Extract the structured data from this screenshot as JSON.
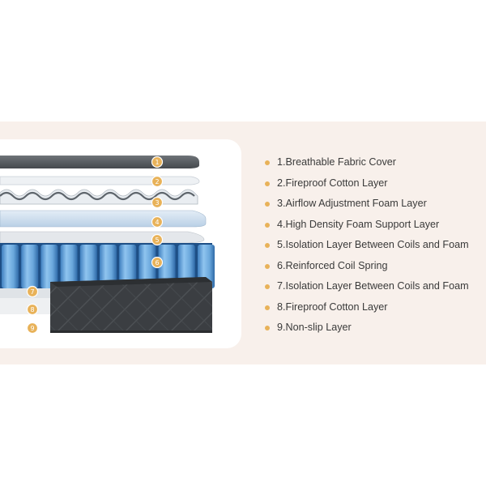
{
  "accent_color": "#e8b259",
  "background_band_color": "#f8f0eb",
  "layers": [
    {
      "number": "1",
      "label": "1.Breathable Fabric Cover"
    },
    {
      "number": "2",
      "label": "2.Fireproof Cotton Layer"
    },
    {
      "number": "3",
      "label": "3.Airflow Adjustment Foam Layer"
    },
    {
      "number": "4",
      "label": "4.High Density Foam Support Layer"
    },
    {
      "number": "5",
      "label": "5.Isolation Layer Between Coils and Foam"
    },
    {
      "number": "6",
      "label": "6.Reinforced Coil Spring"
    },
    {
      "number": "7",
      "label": "7.Isolation Layer Between Coils and Foam"
    },
    {
      "number": "8",
      "label": "8.Fireproof Cotton Layer"
    },
    {
      "number": "9",
      "label": "9.Non-slip Layer"
    }
  ]
}
